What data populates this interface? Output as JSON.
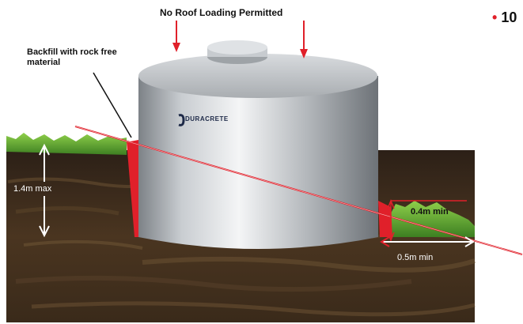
{
  "labels": {
    "roof": "No Roof Loading Permitted",
    "backfill": "Backfill with rock free material",
    "depth": "1.4m max",
    "rim_height": "0.4m min",
    "side_gap": "0.5m min"
  },
  "bullet": {
    "marker": "•",
    "text": "10"
  },
  "logo": {
    "text": "DURACRETE"
  },
  "colors": {
    "accent": "#e0202a",
    "soil": "#3b2a1a",
    "grass": "#5aa832",
    "tank": "#bfc3c7"
  }
}
